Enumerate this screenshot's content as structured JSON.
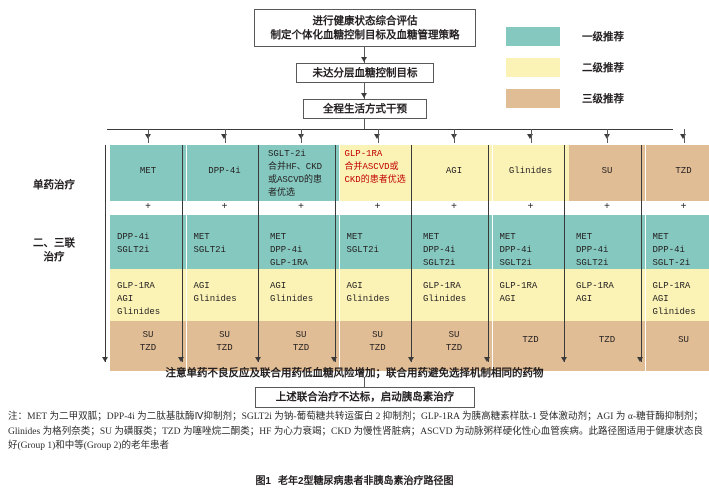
{
  "flow": {
    "assess": "进行健康状态综合评估\n制定个体化血糖控制目标及血糖管理策略",
    "assess_line1": "进行健康状态综合评估",
    "assess_line2": "制定个体化血糖控制目标及血糖管理策略",
    "unmet": "未达分层血糖控制目标",
    "lifestyle": "全程生活方式干预",
    "insulin": "上述联合治疗不达标，启动胰岛素治疗"
  },
  "legend": {
    "items": [
      {
        "label": "一级推荐",
        "color": "#85c8bf"
      },
      {
        "label": "二级推荐",
        "color": "#fbf3b6"
      },
      {
        "label": "三级推荐",
        "color": "#e0bd95"
      }
    ]
  },
  "grid": {
    "row_labels": {
      "mono": "单药治疗",
      "combo_line1": "二、三联",
      "combo_line2": "治疗"
    },
    "plus": "+",
    "columns": [
      {
        "mono": {
          "text": "MET",
          "tier": "tier1",
          "wrap": false
        },
        "combo": {
          "lines": [
            "DPP-4i",
            "SGLT2i"
          ],
          "tier": "tier1"
        },
        "tier2_cell": {
          "lines": [
            "GLP-1RA",
            "AGI",
            "Glinides"
          ],
          "tier": "tier2"
        },
        "tier3_cell": {
          "lines": [
            "SU",
            "TZD"
          ],
          "tier": "tier3"
        }
      },
      {
        "mono": {
          "text": "DPP-4i",
          "tier": "tier1",
          "wrap": false
        },
        "combo": {
          "lines": [
            "MET",
            "SGLT2i"
          ],
          "tier": "tier1"
        },
        "tier2_cell": {
          "lines": [
            "AGI",
            "Glinides"
          ],
          "tier": "tier2"
        },
        "tier3_cell": {
          "lines": [
            "SU",
            "TZD"
          ],
          "tier": "tier3"
        }
      },
      {
        "mono": {
          "text": "SGLT-2i\n合并HF、CKD\n或ASCVD的患\n者优选",
          "tier": "tier1",
          "wrap": true,
          "lines": [
            "SGLT-2i",
            "合并HF、CKD",
            "或ASCVD的患",
            "者优选"
          ]
        },
        "combo": {
          "lines": [
            "MET",
            "DPP-4i",
            "GLP-1RA"
          ],
          "tier": "tier1"
        },
        "tier2_cell": {
          "lines": [
            "AGI",
            "Glinides"
          ],
          "tier": "tier2"
        },
        "tier3_cell": {
          "lines": [
            "SU",
            "TZD"
          ],
          "tier": "tier3"
        }
      },
      {
        "mono": {
          "text": "GLP-1RA\n合并ASCVD或\nCKD的患者优选",
          "tier": "tier2",
          "wrap": true,
          "red": true,
          "lines": [
            "GLP-1RA",
            "合并ASCVD或",
            "CKD的患者优选"
          ]
        },
        "combo": {
          "lines": [
            "MET",
            "SGLT2i"
          ],
          "tier": "tier1"
        },
        "tier2_cell": {
          "lines": [
            "AGI",
            "Glinides"
          ],
          "tier": "tier2"
        },
        "tier3_cell": {
          "lines": [
            "SU",
            "TZD"
          ],
          "tier": "tier3"
        }
      },
      {
        "mono": {
          "text": "AGI",
          "tier": "tier2",
          "wrap": false
        },
        "combo": {
          "lines": [
            "MET",
            "DPP-4i",
            "SGLT2i"
          ],
          "tier": "tier1"
        },
        "tier2_cell": {
          "lines": [
            "GLP-1RA",
            "Glinides"
          ],
          "tier": "tier2"
        },
        "tier3_cell": {
          "lines": [
            "SU",
            "TZD"
          ],
          "tier": "tier3"
        }
      },
      {
        "mono": {
          "text": "Glinides",
          "tier": "tier2",
          "wrap": false
        },
        "combo": {
          "lines": [
            "MET",
            "DPP-4i",
            "SGLT2i"
          ],
          "tier": "tier1"
        },
        "tier2_cell": {
          "lines": [
            "GLP-1RA",
            "AGI"
          ],
          "tier": "tier2"
        },
        "tier3_cell": {
          "lines": [
            "TZD"
          ],
          "tier": "tier3"
        }
      },
      {
        "mono": {
          "text": "SU",
          "tier": "tier3",
          "wrap": false
        },
        "combo": {
          "lines": [
            "MET",
            "DPP-4i",
            "SGLT2i"
          ],
          "tier": "tier1"
        },
        "tier2_cell": {
          "lines": [
            "GLP-1RA",
            "AGI"
          ],
          "tier": "tier2"
        },
        "tier3_cell": {
          "lines": [
            "TZD"
          ],
          "tier": "tier3"
        }
      },
      {
        "mono": {
          "text": "TZD",
          "tier": "tier3",
          "wrap": false
        },
        "combo": {
          "lines": [
            "MET",
            "DPP-4i",
            "SGLT-2i"
          ],
          "tier": "tier1"
        },
        "tier2_cell": {
          "lines": [
            "GLP-1RA",
            "AGI",
            "Glinides"
          ],
          "tier": "tier2"
        },
        "tier3_cell": {
          "lines": [
            "SU"
          ],
          "tier": "tier3"
        }
      }
    ]
  },
  "caution": "注意单药不良反应及联合用药低血糖风险增加；联合用药避免选择机制相同的药物",
  "notes": "注：MET 为二甲双胍；DPP-4i 为二肽基肽酶Ⅳ抑制剂；SGLT2i 为钠-葡萄糖共转运蛋白 2 抑制剂；GLP-1RA 为胰高糖素样肽-1 受体激动剂；AGI 为 α-糖苷酶抑制剂；Glinides 为格列奈类；SU 为磺脲类；TZD 为噻唑烷二酮类；HF 为心力衰竭；CKD 为慢性肾脏病；ASCVD 为动脉粥样硬化性心血管疾病。此路径图适用于健康状态良好(Group 1)和中等(Group 2)的老年患者",
  "figure_caption": {
    "number": "图1",
    "title": "老年2型糖尿病患者非胰岛素治疗路径图"
  },
  "colors": {
    "tier1": "#85c8bf",
    "tier2": "#fbf3b6",
    "tier3": "#e0bd95",
    "red_text": "#c00000",
    "line": "#3a3a3a"
  }
}
